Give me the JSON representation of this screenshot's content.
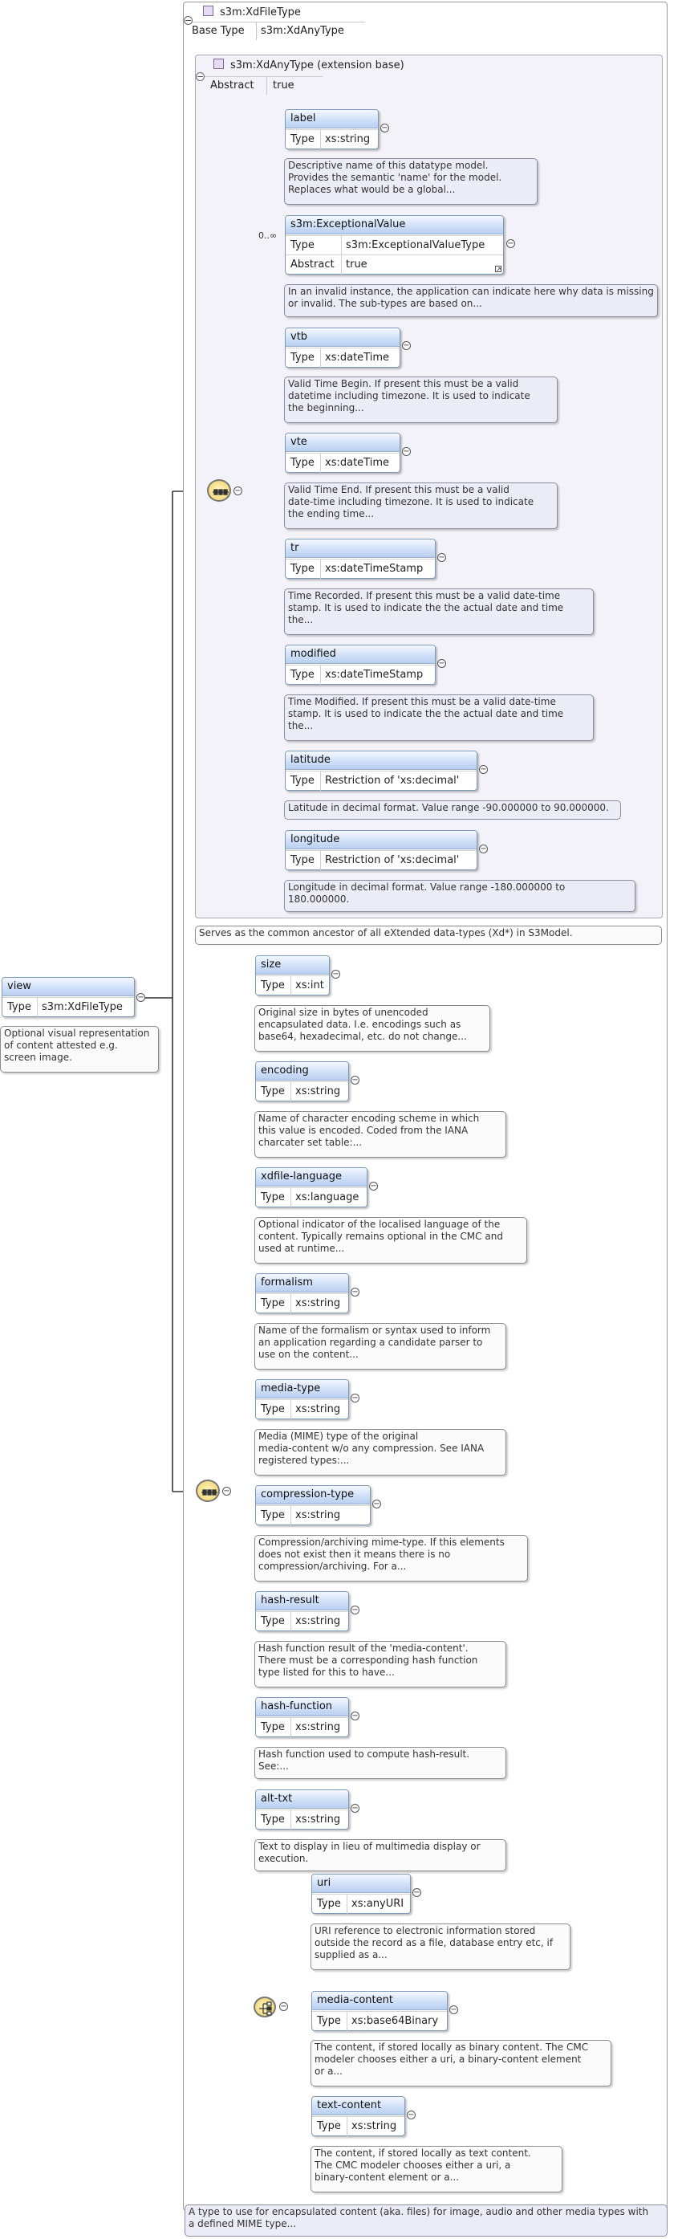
{
  "xdfiletype": {
    "name": "s3m:XdFileType",
    "base_type_key": "Base Type",
    "base_type_value": "s3m:XdAnyType"
  },
  "xdanytype": {
    "name": "s3m:XdAnyType (extension base)",
    "abstract_key": "Abstract",
    "abstract_value": "true",
    "note": "Serves as the common ancestor of all eXtended data-types (Xd*) in S3Model."
  },
  "view": {
    "name": "view",
    "type_key": "Type",
    "type_value": "s3m:XdFileType",
    "note": "Optional visual representation\nof content attested e.g.\nscreen image."
  },
  "base_elements": [
    {
      "name": "label",
      "type_key": "Type",
      "type_value": "xs:string",
      "note": "Descriptive name of this datatype model.\nProvides the semantic 'name' for the model.\nReplaces what would be a global..."
    },
    {
      "name": "s3m:ExceptionalValue",
      "type_key": "Type",
      "type_value": "s3m:ExceptionalValueType",
      "abstract_key": "Abstract",
      "abstract_value": "true",
      "cardinality": "0..∞",
      "note": "In an invalid instance, the application can indicate here why data is missing\nor invalid. The sub-types are based on..."
    },
    {
      "name": "vtb",
      "type_key": "Type",
      "type_value": "xs:dateTime",
      "note": "Valid Time Begin. If present this must be a valid\ndatetime including timezone. It is used to indicate\nthe beginning..."
    },
    {
      "name": "vte",
      "type_key": "Type",
      "type_value": "xs:dateTime",
      "note": "Valid Time End. If present this must be a valid\ndate-time including timezone. It is used to indicate\nthe ending time..."
    },
    {
      "name": "tr",
      "type_key": "Type",
      "type_value": "xs:dateTimeStamp",
      "note": "Time Recorded. If present this must be a valid date-time\nstamp. It is used to indicate the the actual date and time\nthe..."
    },
    {
      "name": "modified",
      "type_key": "Type",
      "type_value": "xs:dateTimeStamp",
      "note": "Time Modified. If present this must be a valid date-time\nstamp. It is used to indicate the the actual date and time\nthe..."
    },
    {
      "name": "latitude",
      "type_key": "Type",
      "type_value": "Restriction of 'xs:decimal'",
      "note": "Latitude in decimal format. Value range -90.000000 to 90.000000."
    },
    {
      "name": "longitude",
      "type_key": "Type",
      "type_value": "Restriction of 'xs:decimal'",
      "note": "Longitude in decimal format. Value range -180.000000 to\n180.000000."
    }
  ],
  "file_elements": [
    {
      "name": "size",
      "type_key": "Type",
      "type_value": "xs:int",
      "note": "Original size in bytes of unencoded\nencapsulated data. I.e. encodings such as\nbase64, hexadecimal, etc. do not change..."
    },
    {
      "name": "encoding",
      "type_key": "Type",
      "type_value": "xs:string",
      "note": "Name of character encoding scheme in which\nthis value is encoded. Coded from the IANA\ncharcater set table:..."
    },
    {
      "name": "xdfile-language",
      "type_key": "Type",
      "type_value": "xs:language",
      "note": "Optional indicator of the localised language of the\ncontent. Typically remains optional in the CMC and\nused at runtime..."
    },
    {
      "name": "formalism",
      "type_key": "Type",
      "type_value": "xs:string",
      "note": "Name of the formalism or syntax used to inform\nan application regarding a candidate parser to\nuse on the content..."
    },
    {
      "name": "media-type",
      "type_key": "Type",
      "type_value": "xs:string",
      "note": "Media (MIME) type of the original\nmedia-content w/o any compression. See IANA\nregistered types:..."
    },
    {
      "name": "compression-type",
      "type_key": "Type",
      "type_value": "xs:string",
      "note": "Compression/archiving mime-type. If this elements\ndoes not exist then it means there is no\ncompression/archiving. For a..."
    },
    {
      "name": "hash-result",
      "type_key": "Type",
      "type_value": "xs:string",
      "note": "Hash function result of the 'media-content'.\nThere must be a corresponding hash function\ntype listed for this to have..."
    },
    {
      "name": "hash-function",
      "type_key": "Type",
      "type_value": "xs:string",
      "note": "Hash function used to compute hash-result.\nSee:..."
    },
    {
      "name": "alt-txt",
      "type_key": "Type",
      "type_value": "xs:string",
      "note": "Text to display in lieu of multimedia display or\nexecution."
    }
  ],
  "choice_elements": [
    {
      "name": "uri",
      "type_key": "Type",
      "type_value": "xs:anyURI",
      "note": "URI reference to electronic information stored\noutside the record as a file, database entry etc, if\nsupplied as a..."
    },
    {
      "name": "media-content",
      "type_key": "Type",
      "type_value": "xs:base64Binary",
      "note": "The content, if stored locally as binary content. The CMC\nmodeler chooses either a uri, a binary-content element\nor a..."
    },
    {
      "name": "text-content",
      "type_key": "Type",
      "type_value": "xs:string",
      "note": "The content, if stored locally as text content.\nThe CMC modeler chooses either a uri, a\nbinary-content element or a..."
    }
  ],
  "footer_note": "A type to use for encapsulated content (aka. files) for image, audio and other media types with\na defined MIME type...",
  "colors": {
    "element_header_top": "#f4f8ff",
    "element_header_bottom": "#b9cff0",
    "element_border": "#7f9ab8",
    "extension_panel_bg": "#f2f2f8",
    "note_purple_bg": "#ececf6",
    "compositor_fill": "#f0d060"
  },
  "icons": {
    "type_icon": "square-type-icon",
    "sequence_compositor": "sequence-compositor-icon",
    "choice_compositor": "choice-compositor-icon",
    "expander": "collapse-expander-icon",
    "circle_connector": "connector-circle-icon"
  }
}
